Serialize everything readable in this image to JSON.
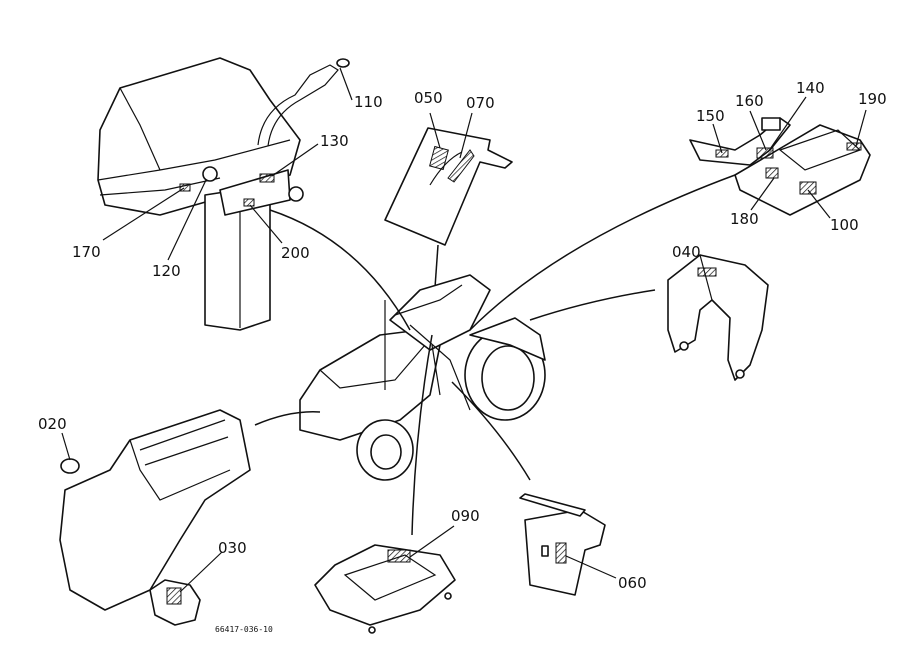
{
  "labels": {
    "p110": "110",
    "p130": "130",
    "p170": "170",
    "p120": "120",
    "p200": "200",
    "p050": "050",
    "p070": "070",
    "p150": "150",
    "p160": "160",
    "p140": "140",
    "p190": "190",
    "p180": "180",
    "p100": "100",
    "p040": "040",
    "p020": "020",
    "p030": "030",
    "p090": "090",
    "p060": "060"
  },
  "drawing_code": "66417-036-10"
}
